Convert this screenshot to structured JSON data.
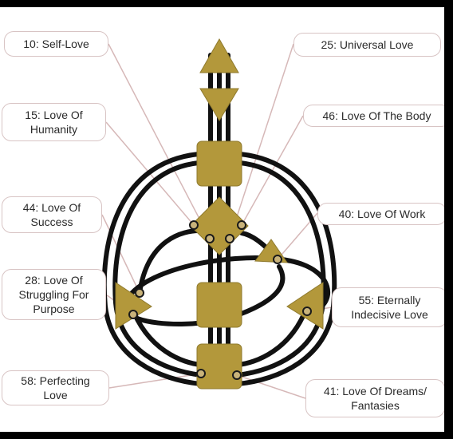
{
  "diagram": {
    "colors": {
      "background": "#ffffff",
      "frame": "#000000",
      "center_fill": "#b3983b",
      "channel": "#111111",
      "leader_line": "#d6b8b8",
      "label_border": "#d8c4c4",
      "gate_dot": "#c9b37a"
    },
    "labels": {
      "g10": "10: Self-Love",
      "g25": "25: Universal Love",
      "g15": "15: Love Of\nHumanity",
      "g46": "46: Love Of The Body",
      "g44": "44: Love Of\nSuccess",
      "g40": "40: Love Of Work",
      "g28": "28: Love Of\nStruggling For\nPurpose",
      "g55": "55: Eternally\nIndecisive Love",
      "g58": "58: Perfecting\nLove",
      "g41": "41: Love Of Dreams/\nFantasies"
    }
  }
}
